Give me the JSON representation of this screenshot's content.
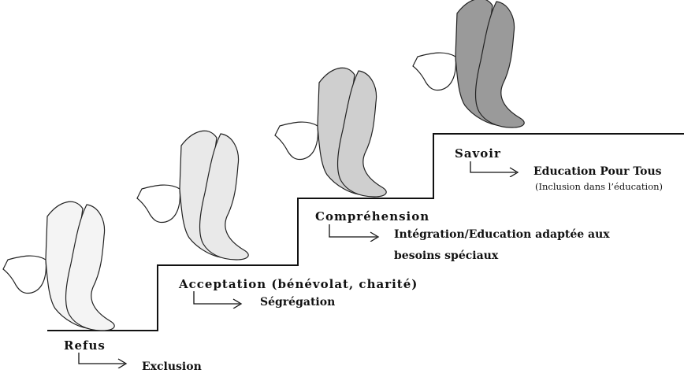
{
  "steps": [
    {
      "name": "Refus",
      "outcome": "Exclusion"
    },
    {
      "name": "Acceptation (bénévolat, charité)",
      "outcome": "Ségrégation"
    },
    {
      "name": "Compréhension",
      "outcome_line1": "Intégration/Education adaptée aux",
      "outcome_line2": "besoins spéciaux"
    },
    {
      "name": "Savoir",
      "outcome": "Education Pour Tous",
      "note": "(Inclusion dans l’éducation)"
    }
  ],
  "legs": [
    {
      "shade": "#f4f4f4"
    },
    {
      "shade": "#e9e9e9"
    },
    {
      "shade": "#cfcfcf"
    },
    {
      "shade": "#9a9a9a"
    }
  ]
}
